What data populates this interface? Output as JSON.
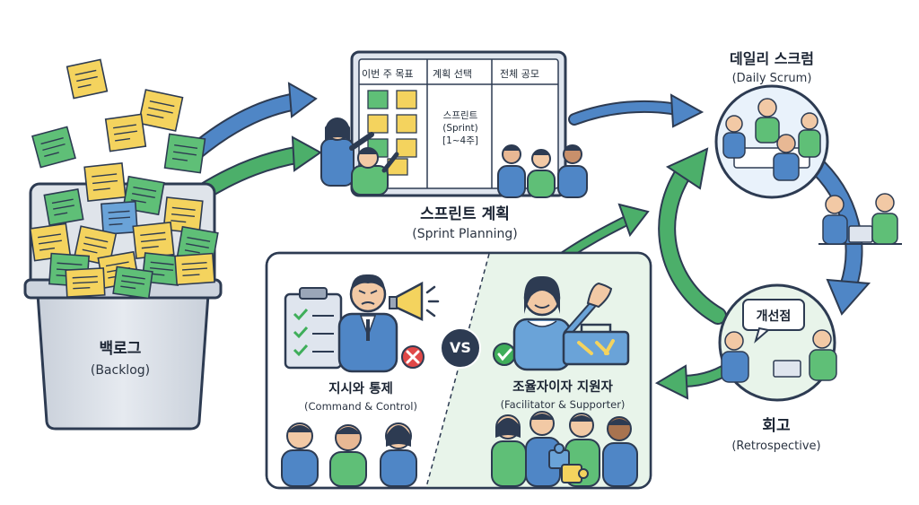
{
  "colors": {
    "outline": "#2d3b52",
    "arrow_blue": "#4f86c6",
    "arrow_green": "#4caf6a",
    "note_yellow": "#f4d35e",
    "note_green": "#5fbf77",
    "note_blue": "#6aa3d8",
    "bin": "#d9dee6",
    "vs_left_bg": "#ffffff",
    "vs_right_bg": "#e8f4ea",
    "bad_red": "#e04848",
    "good_green": "#3fae5a"
  },
  "backlog": {
    "title": "백로그",
    "subtitle": "(Backlog)"
  },
  "sprint_planning": {
    "title": "스프린트 계획",
    "subtitle": "(Sprint Planning)",
    "board": {
      "headers": [
        "이번 주 목표",
        "계획 선택",
        "전체 공모"
      ],
      "sprint_line1": "스프린트",
      "sprint_line2": "(Sprint)",
      "sprint_line3": "[1~4주]"
    }
  },
  "daily_scrum": {
    "title": "데일리 스크럼",
    "subtitle": "(Daily Scrum)"
  },
  "retrospective": {
    "title": "회고",
    "subtitle": "(Retrospective)",
    "bubble": "개선점"
  },
  "comparison": {
    "vs": "VS",
    "left": {
      "title": "지시와 통제",
      "subtitle": "(Command & Control)"
    },
    "right": {
      "title": "조율자이자 지원자",
      "subtitle": "(Facilitator & Supporter)"
    }
  },
  "icons": {
    "clipboard": "clipboard-check-icon",
    "megaphone": "megaphone-icon",
    "cross": "cross-mark-icon",
    "check": "check-mark-icon",
    "toolbox": "toolbox-icon",
    "puzzle": "puzzle-piece-icon",
    "laptop": "laptop-icon"
  }
}
